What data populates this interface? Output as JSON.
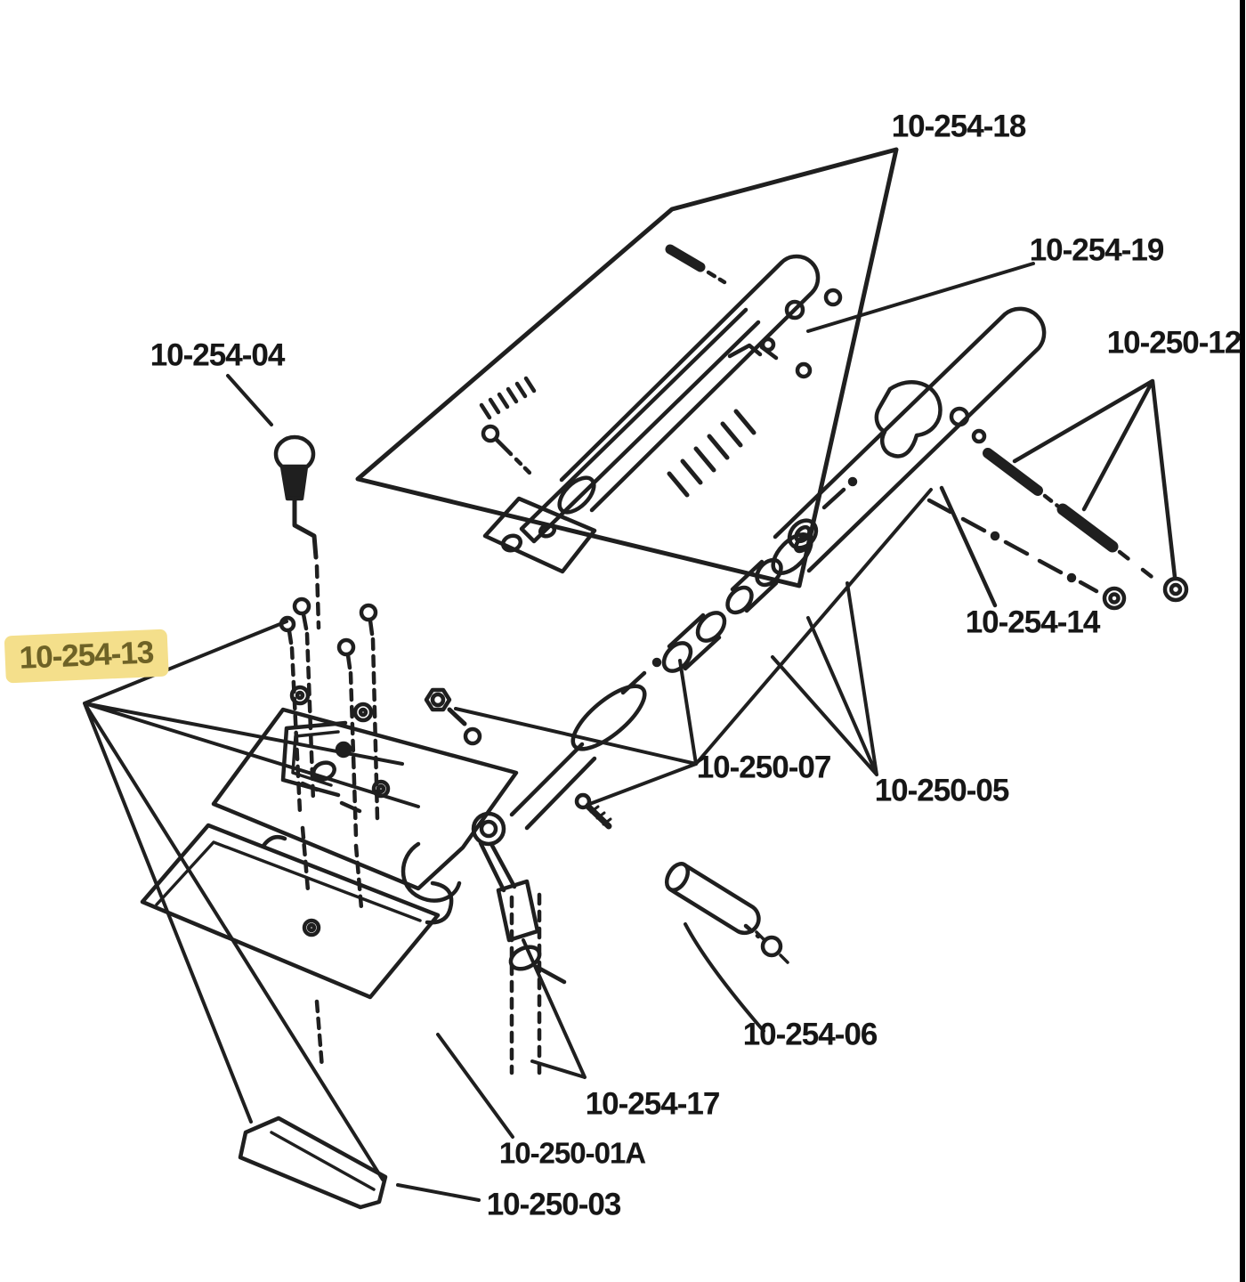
{
  "page": {
    "background": "#ffffff",
    "right_border_color": "#000000"
  },
  "diagram": {
    "type": "exploded-parts-diagram",
    "line_color": "#1f1f1f",
    "highlight": {
      "background": "#f4df8b",
      "text": "#6e6226"
    },
    "labels": [
      {
        "part": "10-254-18",
        "highlighted": false
      },
      {
        "part": "10-254-19",
        "highlighted": false
      },
      {
        "part": "10-250-12",
        "highlighted": false
      },
      {
        "part": "10-254-04",
        "highlighted": false
      },
      {
        "part": "10-254-13",
        "highlighted": true
      },
      {
        "part": "10-254-14",
        "highlighted": false
      },
      {
        "part": "10-250-07",
        "highlighted": false
      },
      {
        "part": "10-250-05",
        "highlighted": false
      },
      {
        "part": "10-254-06",
        "highlighted": false
      },
      {
        "part": "10-254-17",
        "highlighted": false
      },
      {
        "part": "10-250-01A",
        "highlighted": false
      },
      {
        "part": "10-250-03",
        "highlighted": false
      }
    ]
  }
}
